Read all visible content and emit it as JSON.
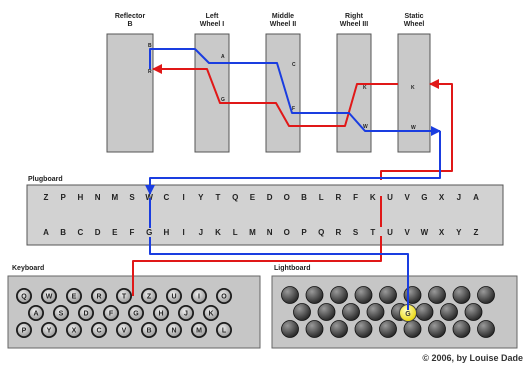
{
  "wheels": [
    {
      "id": "reflector",
      "title": "Reflector",
      "subtitle": "B"
    },
    {
      "id": "left",
      "title": "Left",
      "subtitle": "Wheel I"
    },
    {
      "id": "middle",
      "title": "Middle",
      "subtitle": "Wheel II"
    },
    {
      "id": "right",
      "title": "Right",
      "subtitle": "Wheel III"
    },
    {
      "id": "static",
      "title": "Static",
      "subtitle": "Wheel"
    }
  ],
  "pin_letters": {
    "reflector": [
      "B",
      "R"
    ],
    "left": [
      "A",
      "G"
    ],
    "middle": [
      "C",
      "F"
    ],
    "right": [
      "K",
      "W"
    ],
    "static": [
      "K",
      "W"
    ]
  },
  "plugboard": {
    "title": "Plugboard",
    "top_row": [
      "Z",
      "P",
      "H",
      "N",
      "M",
      "S",
      "W",
      "C",
      "I",
      "Y",
      "T",
      "Q",
      "E",
      "D",
      "O",
      "B",
      "L",
      "R",
      "F",
      "K",
      "U",
      "V",
      "G",
      "X",
      "J",
      "A"
    ],
    "bottom_row": [
      "A",
      "B",
      "C",
      "D",
      "E",
      "F",
      "G",
      "H",
      "I",
      "J",
      "K",
      "L",
      "M",
      "N",
      "O",
      "P",
      "Q",
      "R",
      "S",
      "T",
      "U",
      "V",
      "W",
      "X",
      "Y",
      "Z"
    ]
  },
  "keyboard": {
    "title": "Keyboard",
    "rows": [
      [
        "Q",
        "W",
        "E",
        "R",
        "T",
        "Z",
        "U",
        "I",
        "O"
      ],
      [
        "A",
        "S",
        "D",
        "F",
        "G",
        "H",
        "J",
        "K"
      ],
      [
        "P",
        "Y",
        "X",
        "C",
        "V",
        "B",
        "N",
        "M",
        "L"
      ]
    ],
    "pressed_key": "T"
  },
  "lightboard": {
    "title": "Lightboard",
    "lit_key": "G"
  },
  "colors": {
    "forward_path": "#1a3de0",
    "return_path": "#e01818",
    "wheel_fill": "#c9c9c9",
    "plugboard_fill": "#d2d2d2",
    "lamp_lit": "#f5ea2a"
  },
  "copyright": "© 2006, by Louise Dade"
}
